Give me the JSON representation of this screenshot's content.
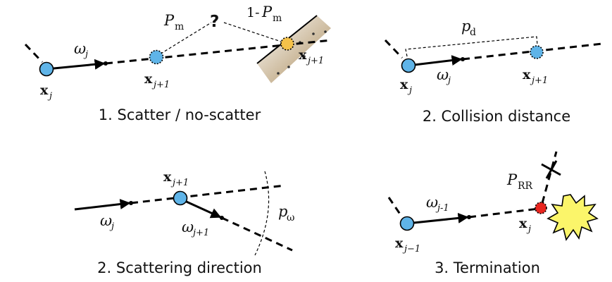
{
  "panels": [
    {
      "caption": "1. Scatter / no-scatter",
      "labels": {
        "x_j": "j",
        "omega": "j",
        "x_next_a": "j+1",
        "x_next_b": "j+1",
        "p_m": "m",
        "q": "?",
        "one_minus": "1-",
        "p_m2": "m"
      }
    },
    {
      "caption": "2. Collision distance",
      "labels": {
        "p_d": "d",
        "x_j": "j",
        "omega": "j",
        "x_next": "j+1"
      }
    },
    {
      "caption": "2. Scattering direction",
      "labels": {
        "x_next": "j+1",
        "omega_in": "j",
        "omega_out": "j+1",
        "p_w": "ω"
      }
    },
    {
      "caption": "3. Termination",
      "labels": {
        "omega": "j-1",
        "p_rr": "RR",
        "x_j": "j",
        "x_prev": "j−1"
      }
    }
  ],
  "colors": {
    "vertex": "#5fb4e8",
    "surface_vertex": "#f5c24a",
    "terminal_vertex": "#e8251f",
    "starburst": "#fbf56a",
    "surface": "#c4a475"
  },
  "icons": [
    "starburst-icon",
    "cross-mark-icon",
    "surface-hatch-icon"
  ]
}
